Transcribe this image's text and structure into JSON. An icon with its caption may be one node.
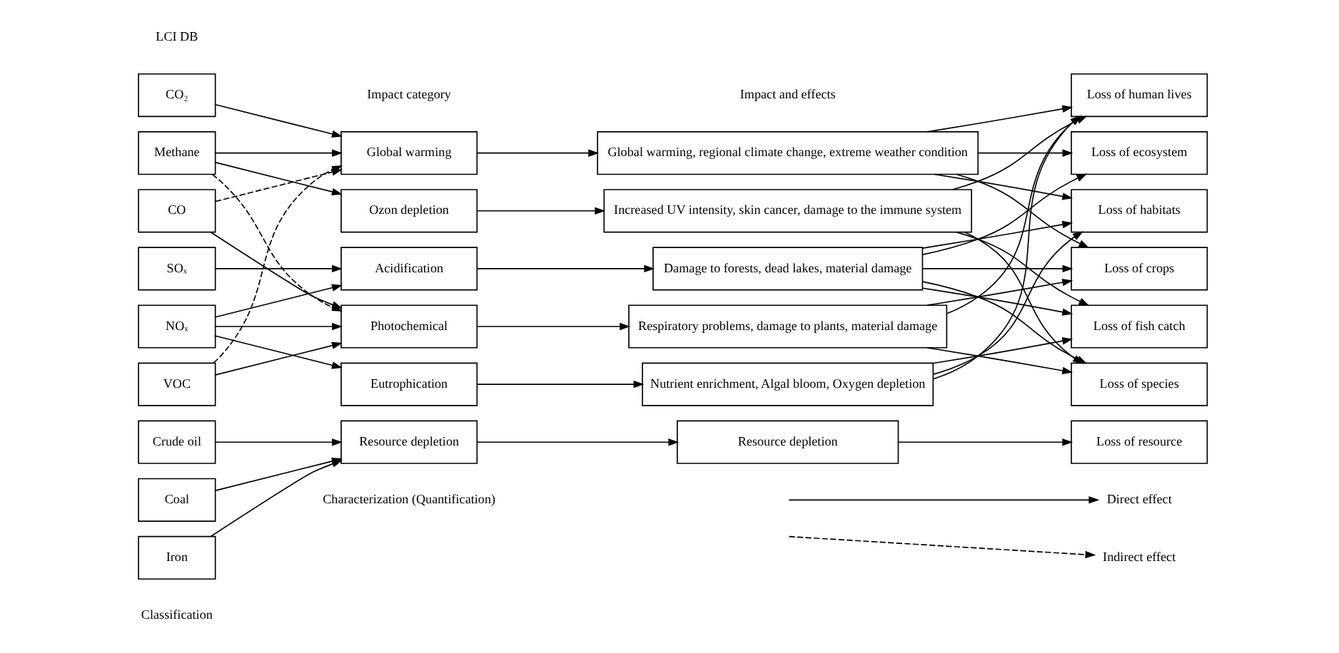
{
  "diagram": {
    "nodes": [
      {
        "text": [
          "CO₂"
        ]
      },
      {
        "text": [
          "Methane"
        ]
      },
      {
        "text": [
          "CO"
        ]
      },
      {
        "text": [
          "SOₓ"
        ]
      },
      {
        "text": [
          "NOₓ"
        ]
      },
      {
        "text": [
          "VOC"
        ]
      },
      {
        "text": [
          "Crude oil"
        ]
      },
      {
        "text": [
          "Coal"
        ]
      },
      {
        "text": [
          "Iron"
        ]
      },
      {
        "text": [
          "Global warming"
        ]
      },
      {
        "text": [
          "Ozon depletion"
        ]
      },
      {
        "text": [
          "Acidification"
        ]
      },
      {
        "text": [
          "Photochemical"
        ]
      },
      {
        "text": [
          "Eutrophication"
        ]
      },
      {
        "text": [
          "Resource depletion"
        ]
      },
      {
        "text": [
          "Global warming, regional climate change, extreme weather condition"
        ]
      },
      {
        "text": [
          "Increased UV intensity, skin cancer, damage to the immune system"
        ]
      },
      {
        "text": [
          "Damage to forests, dead lakes, material damage"
        ]
      },
      {
        "text": [
          "Respiratory problems, damage to plants, material damage"
        ]
      },
      {
        "text": [
          "Nutrient enrichment, Algal bloom, Oxygen depletion"
        ]
      },
      {
        "text": [
          "Resource depletion"
        ]
      },
      {
        "text": [
          "Loss of human lives"
        ]
      },
      {
        "text": [
          "Loss of ecosystem"
        ]
      },
      {
        "text": [
          "Loss of habitats"
        ]
      },
      {
        "text": [
          "Loss of crops"
        ]
      },
      {
        "text": [
          "Loss of fish catch"
        ]
      },
      {
        "text": [
          "Loss of species"
        ]
      },
      {
        "text": [
          "Loss of resource"
        ]
      }
    ],
    "edges": [
      {
        "from": 0,
        "to": 9,
        "arrow": "to"
      },
      {
        "from": 1,
        "to": 9,
        "arrow": "to"
      },
      {
        "from": 1,
        "to": 10,
        "arrow": "to"
      },
      {
        "from": 1,
        "to": 12,
        "arrow": "to",
        "style": "dashed"
      },
      {
        "from": 2,
        "to": 9,
        "arrow": "to",
        "style": "dashed"
      },
      {
        "from": 2,
        "to": 12,
        "arrow": "to"
      },
      {
        "from": 3,
        "to": 11,
        "arrow": "to"
      },
      {
        "from": 4,
        "to": 11,
        "arrow": "to"
      },
      {
        "from": 4,
        "to": 12,
        "arrow": "to"
      },
      {
        "from": 4,
        "to": 13,
        "arrow": "to"
      },
      {
        "from": 5,
        "to": 9,
        "arrow": "to",
        "style": "dashed"
      },
      {
        "from": 5,
        "to": 12,
        "arrow": "to"
      },
      {
        "from": 6,
        "to": 14,
        "arrow": "to"
      },
      {
        "from": 7,
        "to": 14,
        "arrow": "to"
      },
      {
        "from": 8,
        "to": 14,
        "arrow": "to"
      },
      {
        "from": 9,
        "to": 15,
        "arrow": "to"
      },
      {
        "from": 10,
        "to": 16,
        "arrow": "to"
      },
      {
        "from": 11,
        "to": 17,
        "arrow": "to"
      },
      {
        "from": 12,
        "to": 18,
        "arrow": "to"
      },
      {
        "from": 13,
        "to": 19,
        "arrow": "to"
      },
      {
        "from": 14,
        "to": 20,
        "arrow": "to"
      },
      {
        "from": 15,
        "to": 21,
        "arrow": "to"
      },
      {
        "from": 15,
        "to": 22,
        "arrow": "to"
      },
      {
        "from": 15,
        "to": 23,
        "arrow": "to"
      },
      {
        "from": 15,
        "to": 24,
        "arrow": "to"
      },
      {
        "from": 16,
        "to": 21,
        "arrow": "to"
      },
      {
        "from": 16,
        "to": 25,
        "arrow": "to"
      },
      {
        "from": 16,
        "to": 26,
        "arrow": "to"
      },
      {
        "from": 17,
        "to": 22,
        "arrow": "to"
      },
      {
        "from": 17,
        "to": 23,
        "arrow": "to"
      },
      {
        "from": 17,
        "to": 24,
        "arrow": "to"
      },
      {
        "from": 17,
        "to": 25,
        "arrow": "to"
      },
      {
        "from": 17,
        "to": 26,
        "arrow": "to"
      },
      {
        "from": 18,
        "to": 21,
        "arrow": "to"
      },
      {
        "from": 18,
        "to": 24,
        "arrow": "to"
      },
      {
        "from": 18,
        "to": 26,
        "arrow": "to"
      },
      {
        "from": 19,
        "to": 21,
        "arrow": "to"
      },
      {
        "from": 19,
        "to": 23,
        "arrow": "to"
      },
      {
        "from": 19,
        "to": 25,
        "arrow": "to"
      },
      {
        "from": 20,
        "to": 27,
        "arrow": "to"
      }
    ],
    "labels": [
      "LCI DB",
      "Impact category",
      "Impact and effects",
      "Classification",
      "Characterization (Quantification)"
    ],
    "legend": [
      {
        "text": "Direct effect"
      },
      {
        "text": "Indirect effect"
      }
    ]
  }
}
